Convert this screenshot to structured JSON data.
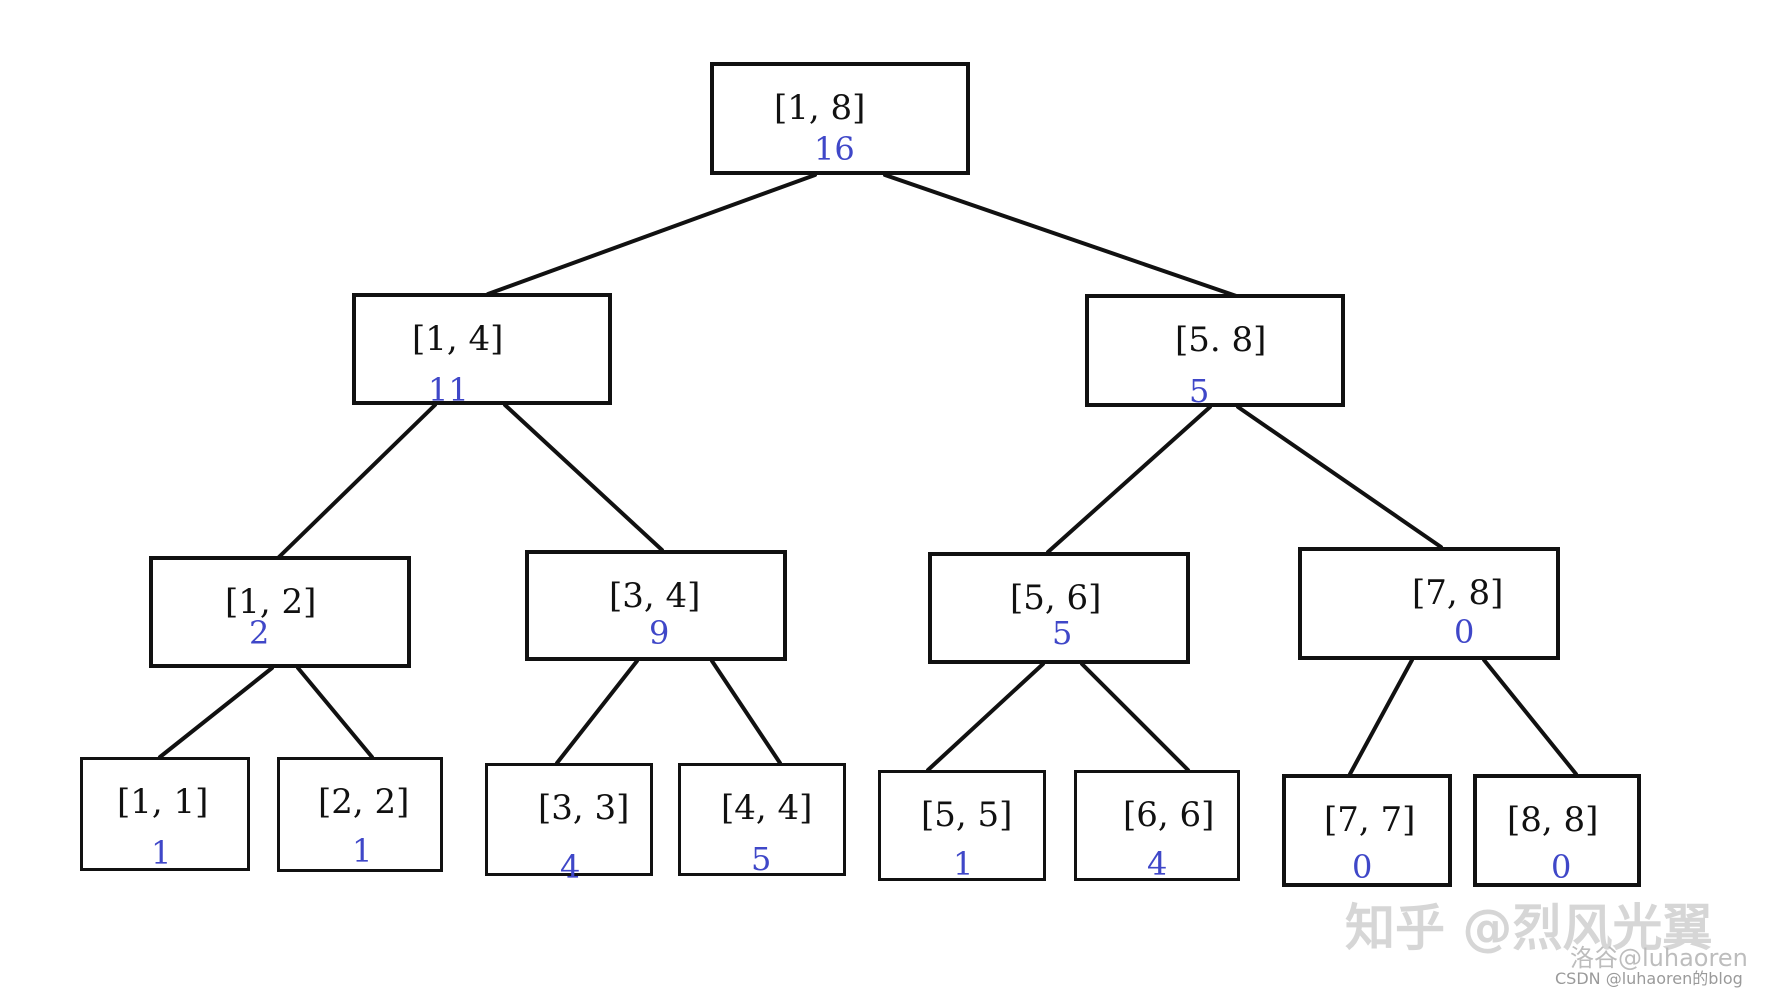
{
  "colors": {
    "border": "#111111",
    "value": "#3f47c8",
    "edge": "#111111"
  },
  "tree": {
    "root": {
      "range": "[1, 8]",
      "sum": "16"
    },
    "n14": {
      "range": "[1, 4]",
      "sum": "11"
    },
    "n58": {
      "range": "[5. 8]",
      "sum": "5"
    },
    "n12": {
      "range": "[1, 2]",
      "sum": "2"
    },
    "n34": {
      "range": "[3, 4]",
      "sum": "9"
    },
    "n56": {
      "range": "[5, 6]",
      "sum": "5"
    },
    "n78": {
      "range": "[7, 8]",
      "sum": "0"
    },
    "n11": {
      "range": "[1, 1]",
      "sum": "1"
    },
    "n22": {
      "range": "[2, 2]",
      "sum": "1"
    },
    "n33": {
      "range": "[3, 3]",
      "sum": "4"
    },
    "n44": {
      "range": "[4, 4]",
      "sum": "5"
    },
    "n55": {
      "range": "[5, 5]",
      "sum": "1"
    },
    "n66": {
      "range": "[6, 6]",
      "sum": "4"
    },
    "n77": {
      "range": "[7, 7]",
      "sum": "0"
    },
    "n88": {
      "range": "[8, 8]",
      "sum": "0"
    }
  },
  "watermark": {
    "zhihu": "知乎 @烈风光翼",
    "author": "洛谷@luhaoren",
    "csdn": "CSDN @luhaoren的blog"
  }
}
